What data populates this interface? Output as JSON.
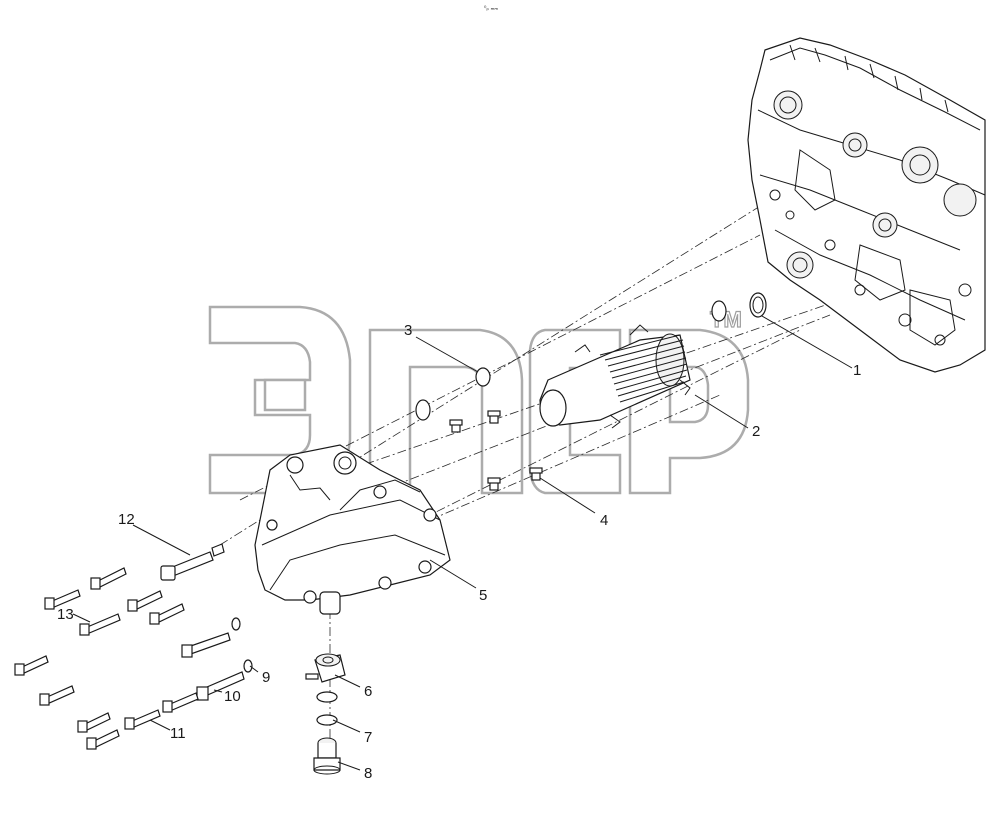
{
  "header": {
    "top_mark": "⁰ₚ ₘₘ"
  },
  "watermark": {
    "tm": "TM"
  },
  "callouts": [
    "1",
    "2",
    "3",
    "4",
    "5",
    "6",
    "7",
    "8",
    "9",
    "10",
    "11",
    "12",
    "13"
  ]
}
